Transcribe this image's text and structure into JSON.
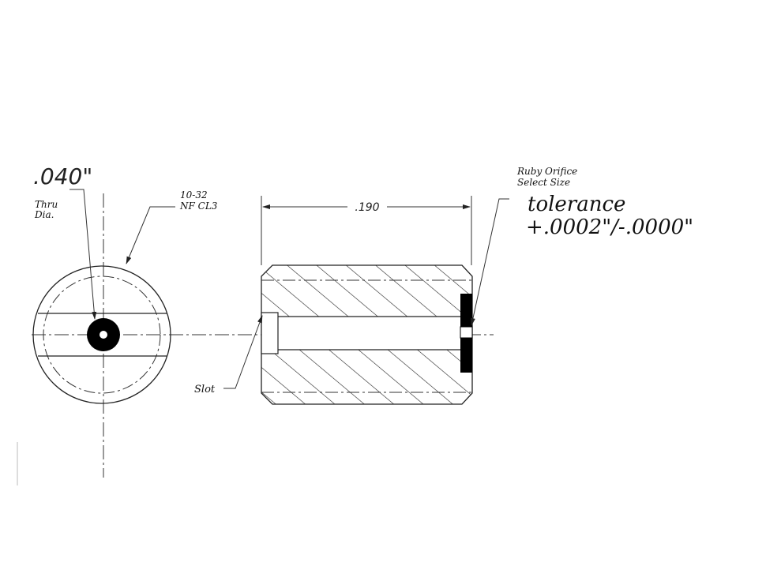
{
  "labels": {
    "hole_size": ".040\"",
    "thru": "Thru",
    "dia": "Dia.",
    "thread_line1": "10-32",
    "thread_line2": "NF CL3",
    "length_dim": ".190",
    "ruby_line1": "Ruby Orifice",
    "ruby_line2": "Select Size",
    "tolerance_line1": "tolerance",
    "tolerance_line2": "+.0002\"/-.0000\"",
    "slot": "Slot"
  }
}
